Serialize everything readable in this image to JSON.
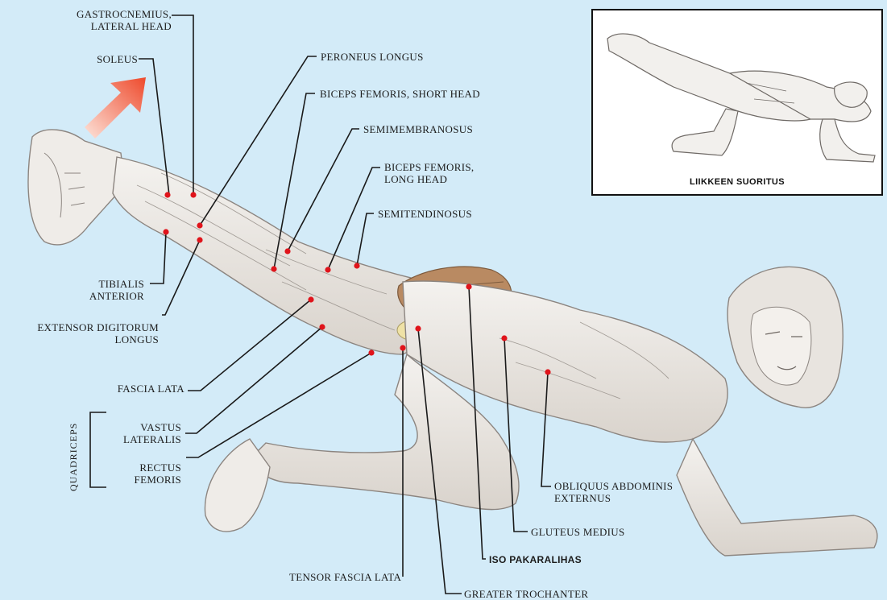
{
  "labels": {
    "gastrocnemius": "GASTROCNEMIUS,",
    "gastrocnemius_2": "LATERAL HEAD",
    "soleus": "SOLEUS",
    "peroneus_longus": "PERONEUS LONGUS",
    "biceps_short": "BICEPS FEMORIS, SHORT HEAD",
    "semimembranosus": "SEMIMEMBRANOSUS",
    "biceps_long": "BICEPS FEMORIS,",
    "biceps_long_2": "LONG HEAD",
    "semitendinosus": "SEMITENDINOSUS",
    "tibialis": "TIBIALIS",
    "tibialis_2": "ANTERIOR",
    "extensor": "EXTENSOR DIGITORUM",
    "extensor_2": "LONGUS",
    "fascia_lata": "FASCIA LATA",
    "vastus": "VASTUS",
    "vastus_2": "LATERALIS",
    "rectus": "RECTUS",
    "rectus_2": "FEMORIS",
    "quadriceps": "QUADRICEPS",
    "obliquus": "OBLIQUUS ABDOMINIS",
    "obliquus_2": "EXTERNUS",
    "gluteus_medius": "GLUTEUS MEDIUS",
    "iso_pakaralihas": "ISO PAKARALIHAS",
    "tensor": "TENSOR FASCIA LATA",
    "trochanter": "GREATER TROCHANTER"
  },
  "inset": {
    "caption": "LIIKKEEN SUORITUS"
  },
  "colors": {
    "background": "#d3ebf8",
    "marker": "#e0141b",
    "highlight_muscle": "#b98a62",
    "arrow": "#ef5a3a"
  }
}
